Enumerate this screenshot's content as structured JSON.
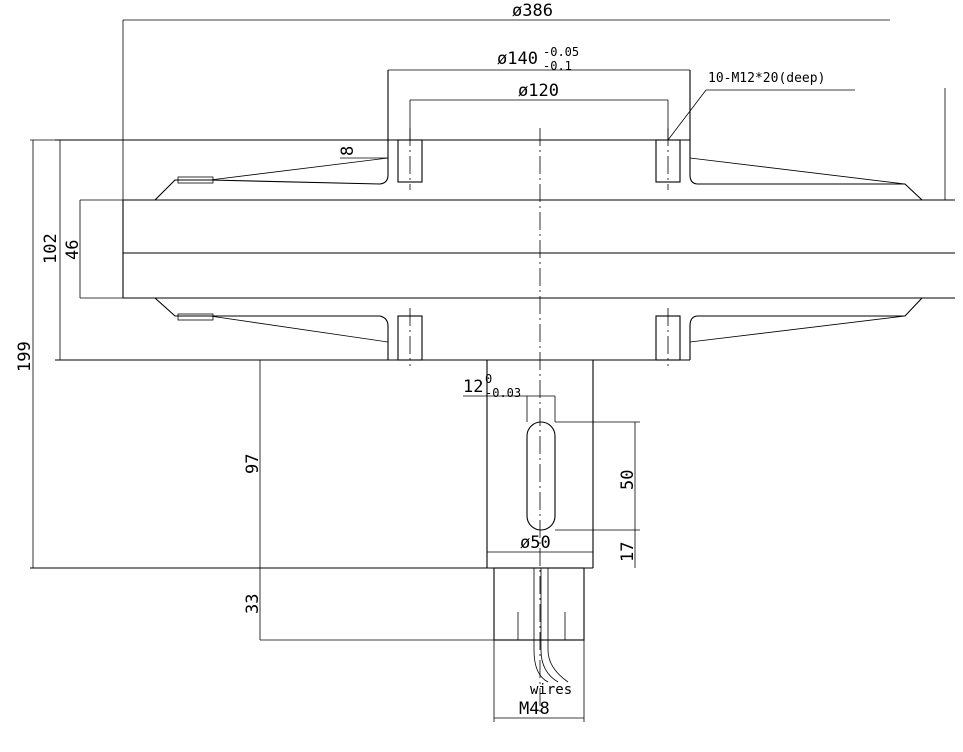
{
  "dimensions": {
    "outer_diameter": "ø386",
    "flange_diameter": "ø140",
    "flange_tol_upper": "-0.05",
    "flange_tol_lower": "-0.1",
    "bolt_circle": "ø120",
    "thread_note": "10-M12*20(deep)",
    "depth_8": "8",
    "height_102": "102",
    "height_46": "46",
    "height_199": "199",
    "height_97": "97",
    "height_33": "33",
    "keyway_width": "12",
    "keyway_tol_upper": "0",
    "keyway_tol_lower": "-0.03",
    "keyway_length": "50",
    "keyway_offset": "17",
    "shaft_diameter": "ø50",
    "thread_size": "M48",
    "wires_label": "wires"
  }
}
